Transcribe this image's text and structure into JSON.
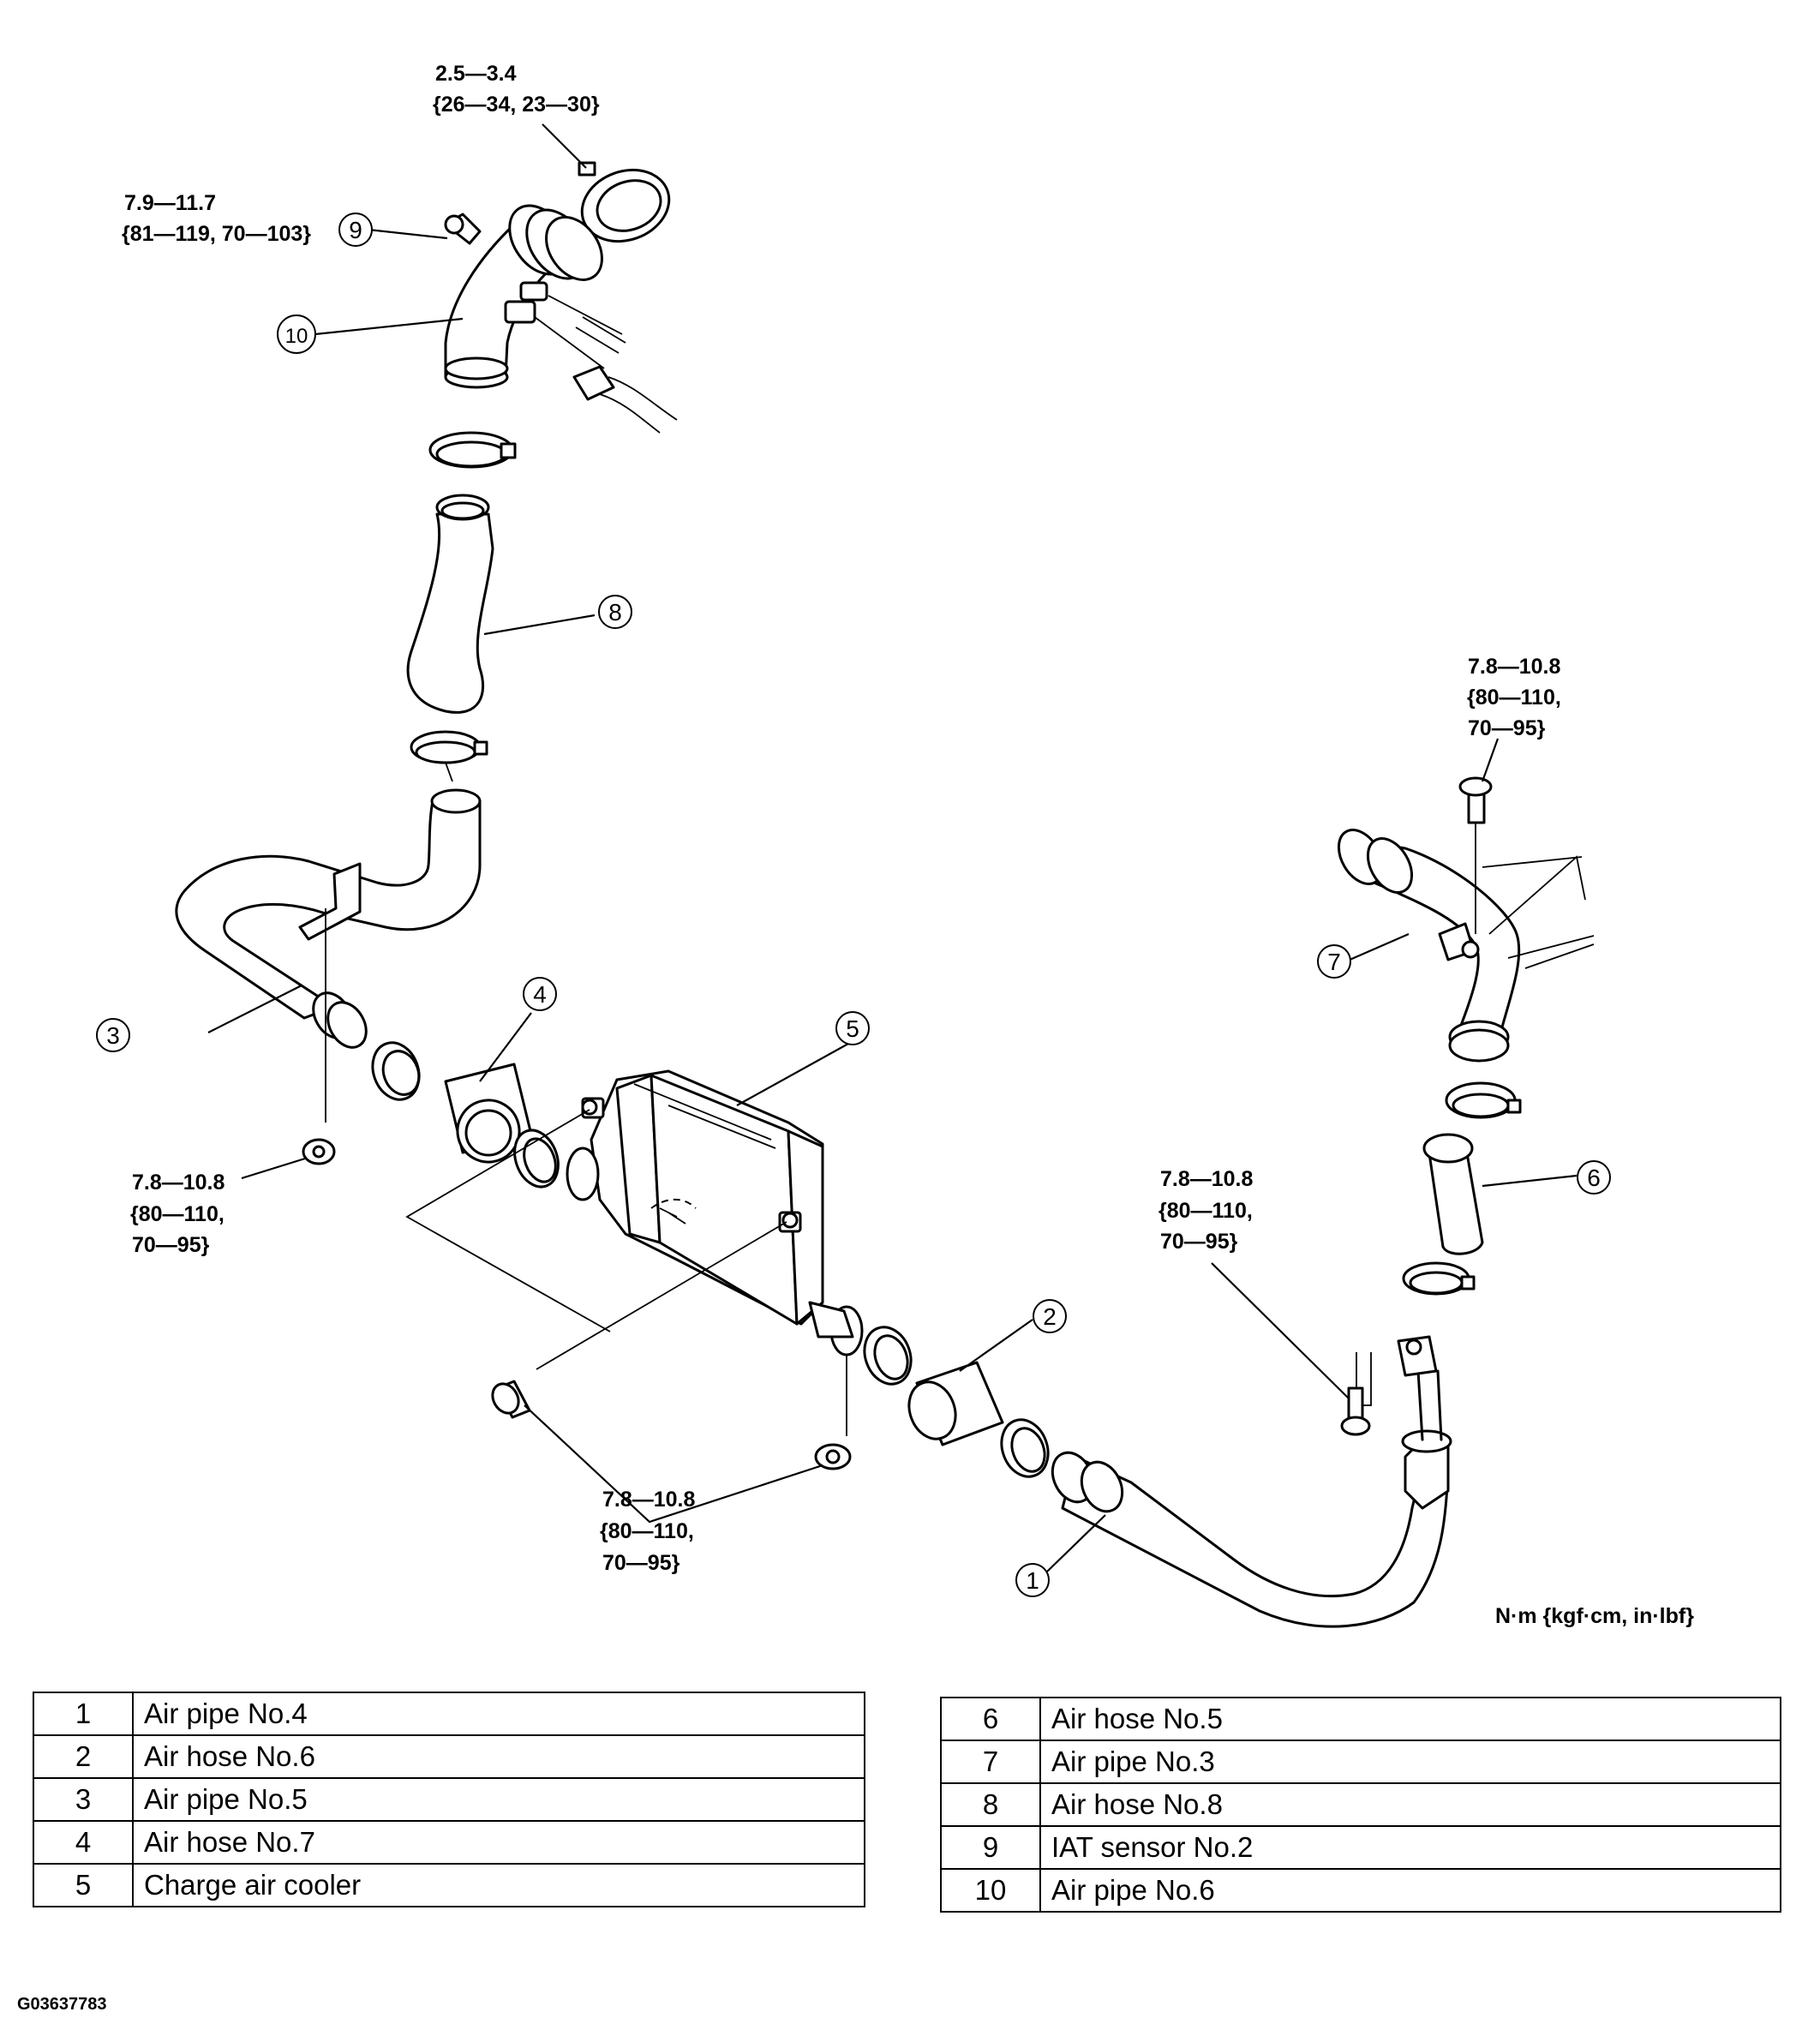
{
  "torque_specs": {
    "top_clamp": [
      "2.5—3.4",
      "{26—34, 23—30}"
    ],
    "iat_sensor": [
      "7.9—11.7",
      "{81—119, 70—103}"
    ],
    "left_nut": [
      "7.8—10.8",
      "{80—110,",
      "70—95}"
    ],
    "right_upper_bolt": [
      "7.8—10.8",
      "{80—110,",
      "70—95}"
    ],
    "right_lower_bolt": [
      "7.8—10.8",
      "{80—110,",
      "70—95}"
    ],
    "cooler_bolts": [
      "7.8—10.8",
      "{80—110,",
      "70—95}"
    ]
  },
  "units_label": "N·m {kgf·cm, in·lbf}",
  "callouts": [
    "1",
    "2",
    "3",
    "4",
    "5",
    "6",
    "7",
    "8",
    "9",
    "10"
  ],
  "legend_left": [
    {
      "num": "1",
      "name": "Air pipe No.4"
    },
    {
      "num": "2",
      "name": "Air hose No.6"
    },
    {
      "num": "3",
      "name": "Air pipe No.5"
    },
    {
      "num": "4",
      "name": "Air hose No.7"
    },
    {
      "num": "5",
      "name": "Charge air cooler"
    }
  ],
  "legend_right": [
    {
      "num": "6",
      "name": "Air hose No.5"
    },
    {
      "num": "7",
      "name": "Air pipe No.3"
    },
    {
      "num": "8",
      "name": "Air hose No.8"
    },
    {
      "num": "9",
      "name": "IAT sensor No.2"
    },
    {
      "num": "10",
      "name": "Air pipe No.6"
    }
  ],
  "figure_code": "G03637783"
}
